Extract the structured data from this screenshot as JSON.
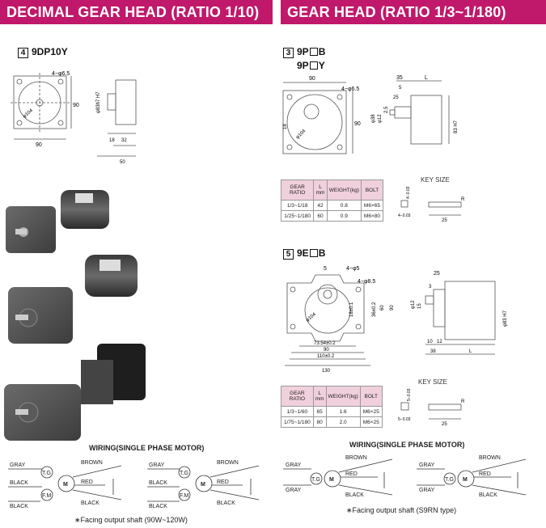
{
  "left_banner": "DECIMAL GEAR HEAD (RATIO 1/10)",
  "right_banner": "GEAR HEAD (RATIO 1/3~1/180)",
  "left_section": {
    "number": "4",
    "model": "9DP10Y",
    "dims": {
      "holes": "4−φ6.5",
      "width": "90",
      "side": "90",
      "circle": "φ104",
      "bore": "φ83h7 H7",
      "d1": "18",
      "d2": "32",
      "d3": "50"
    },
    "wiring_title": "WIRING(SINGLE PHASE MOTOR)",
    "note": "∗Facing output shaft (90W~120W)"
  },
  "right_top": {
    "number": "3",
    "model_line1_pre": "9P",
    "model_line1_post": "B",
    "model_line2_pre": "9P",
    "model_line2_post": "Y",
    "dims": {
      "width": "90",
      "holes": "4−φ6.5",
      "top1": "35",
      "top2": "L",
      "top3": "5",
      "top4": "25",
      "side": "90",
      "d18": "18",
      "circle": "φ104",
      "b1": "φ38",
      "b2": "φ12",
      "b3": "2.5",
      "bore": "83 H7"
    },
    "table": {
      "headers": [
        "GEAR RATIO",
        "L mm",
        "WEIGHT(kg)",
        "BOLT"
      ],
      "rows": [
        [
          "1/3~1/18",
          "42",
          "0.8",
          "M6×65"
        ],
        [
          "1/25~1/180",
          "60",
          "0.9",
          "M6×80"
        ]
      ]
    },
    "key_size": "KEY SIZE",
    "key": {
      "a": "4−0.03",
      "b": "4−0.03",
      "len": "25",
      "r": "R"
    }
  },
  "right_bottom": {
    "number": "5",
    "model_pre": "9E",
    "model_post": "B",
    "dims": {
      "top5": "5",
      "holes1": "4−φ5",
      "holes2": "4−φ8.5",
      "circle": "φ104",
      "h1": "18±0.1",
      "h2": "36±0.2",
      "h3": "60",
      "h4": "90",
      "w1": "73.54±0.2",
      "w2": "90",
      "w3": "110±0.2",
      "w4": "130",
      "s1": "25",
      "s2": "3",
      "s3": "15",
      "s4": "φ12",
      "bore": "φ83 H7",
      "l1": "10",
      "l2": "12",
      "l3": "38",
      "l4": "L"
    },
    "table": {
      "headers": [
        "GEAR RATIO",
        "L mm",
        "WEIGHT(kg)",
        "BOLT"
      ],
      "rows": [
        [
          "1/3~1/60",
          "65",
          "1.6",
          "M6×25"
        ],
        [
          "1/75~1/180",
          "80",
          "2.0",
          "M6×25"
        ]
      ]
    },
    "key_size": "KEY SIZE",
    "key": {
      "a": "5−0.03",
      "b": "5−0.03",
      "len": "25",
      "r": "R"
    },
    "wiring_title": "WIRING(SINGLE PHASE MOTOR)",
    "note": "∗Facing output shaft (S9RN type)"
  },
  "wiring": {
    "gray": "GRAY",
    "black": "BLACK",
    "brown": "BROWN",
    "red": "RED",
    "tg": "T.G",
    "m": "M",
    "fm": "F.M"
  },
  "colors": {
    "banner": "#c0186a",
    "table_header": "#f0d0dc"
  }
}
